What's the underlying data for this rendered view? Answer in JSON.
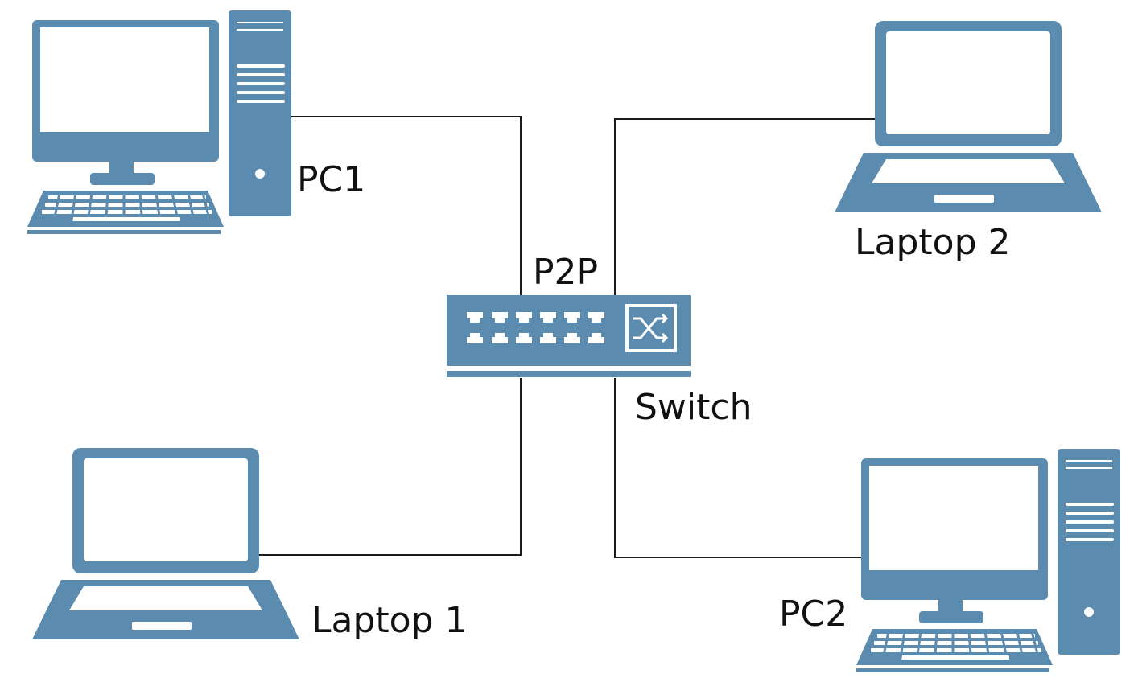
{
  "colors": {
    "device": "#5b8caf",
    "wire": "#1a1a1a",
    "label": "#111111",
    "background": "#ffffff"
  },
  "labels": {
    "pc1": "PC1",
    "pc2": "PC2",
    "laptop1": "Laptop 1",
    "laptop2": "Laptop 2",
    "p2p": "P2P",
    "switch": "Switch"
  },
  "icons": {
    "pc1": "desktop-computer-icon",
    "pc2": "desktop-computer-icon",
    "laptop1": "laptop-icon",
    "laptop2": "laptop-icon",
    "switch": "network-switch-icon"
  }
}
